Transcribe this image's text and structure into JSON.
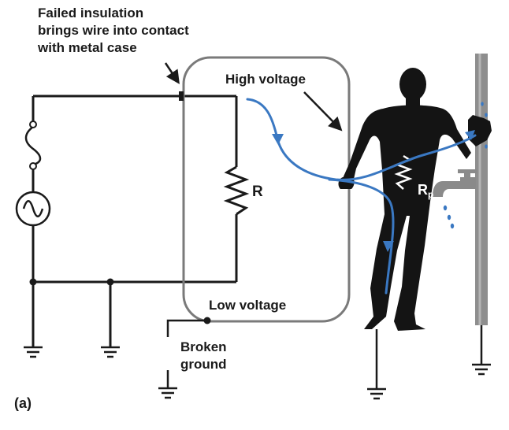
{
  "labels": {
    "failed_insulation": [
      "Failed insulation",
      "brings wire into contact",
      "with metal case"
    ],
    "high_voltage": "High voltage",
    "low_voltage": "Low voltage",
    "broken_ground": [
      "Broken",
      "ground"
    ],
    "resistor": "R",
    "body_resistor": "R",
    "body_resistor_sub": "p",
    "panel": "(a)"
  },
  "colors": {
    "wire": "#1a1a1a",
    "case": "#7a7a7a",
    "current": "#3a78c2",
    "person": "#141414",
    "pipe": "#8e8e8e",
    "water": "#3a78c2"
  }
}
